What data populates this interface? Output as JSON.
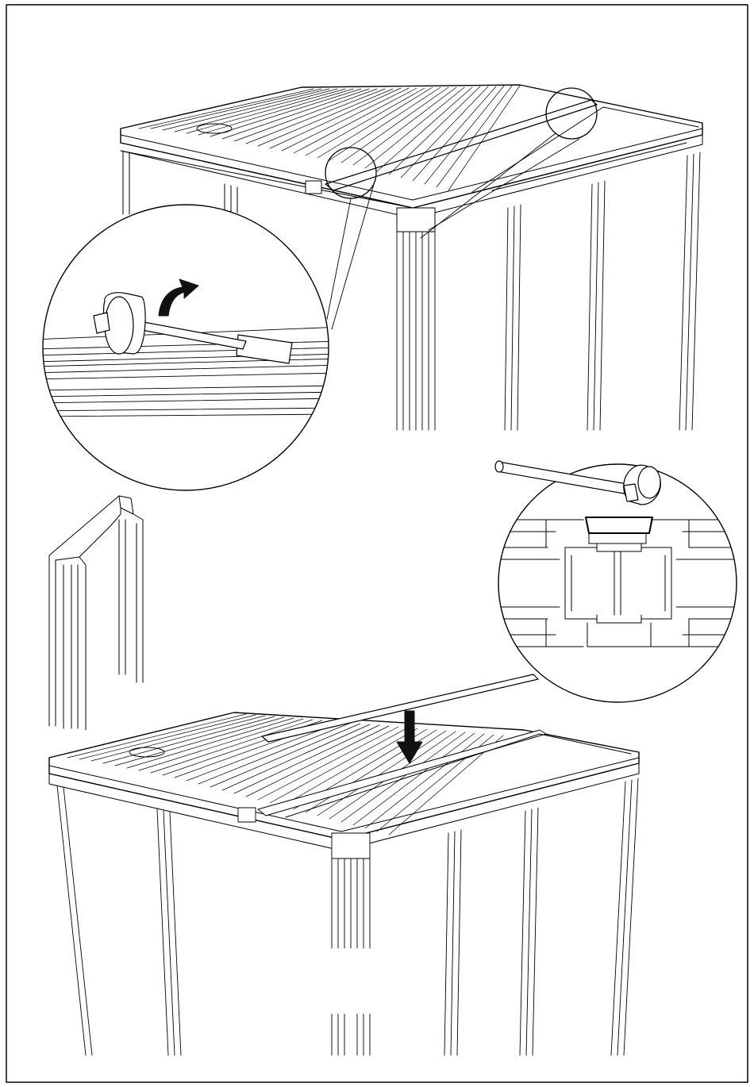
{
  "diagram": {
    "kind": "assembly-instruction-illustration",
    "text_labels": [],
    "steps": [
      {
        "id": "remove-roof-strip",
        "tool": "mallet-icon",
        "action": "pry-up-arrow-icon"
      },
      {
        "id": "insert-roof-strip",
        "tool": "mallet-icon",
        "action": "down-arrow-icon"
      }
    ],
    "colors": {
      "ink": "#000000",
      "paper": "#ffffff",
      "arrow": "#111111"
    }
  }
}
